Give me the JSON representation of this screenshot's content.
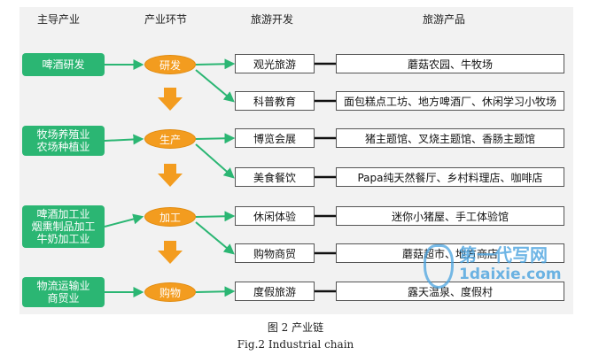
{
  "headers": {
    "industry": "主导产业",
    "link": "产业环节",
    "tourism": "旅游开发",
    "products": "旅游产品"
  },
  "industries": [
    "啤酒研发",
    "牧场养殖业\n农场种植业",
    "啤酒加工业\n烟熏制品加工\n牛奶加工业",
    "物流运输业\n商贸业"
  ],
  "links": [
    "研发",
    "生产",
    "加工",
    "购物"
  ],
  "tourism": [
    "观光旅游",
    "科普教育",
    "博览会展",
    "美食餐饮",
    "休闲体验",
    "购物商贸",
    "度假旅游"
  ],
  "products": [
    "蘑菇农园、牛牧场",
    "面包糕点工坊、地方啤酒厂、休闲学习小牧场",
    "猪主题馆、叉烧主题馆、香肠主题馆",
    "Papa纯天然餐厅、乡村料理店、咖啡店",
    "迷你小猪屋、手工体验馆",
    "蘑菇超市、地方商店",
    "露天温泉、度假村"
  ],
  "caption": {
    "cn": "图 2 产业链",
    "en": "Fig.2 Industrial chain"
  },
  "watermark": {
    "line1": "第一代写网",
    "line2": "1daixie.com"
  },
  "colors": {
    "industry_fill": "#2bb673",
    "link_fill": "#f39c1f",
    "arrow_fill": "#f39c1f",
    "connector": "#2bb673",
    "panel": "#f2f2f2"
  }
}
